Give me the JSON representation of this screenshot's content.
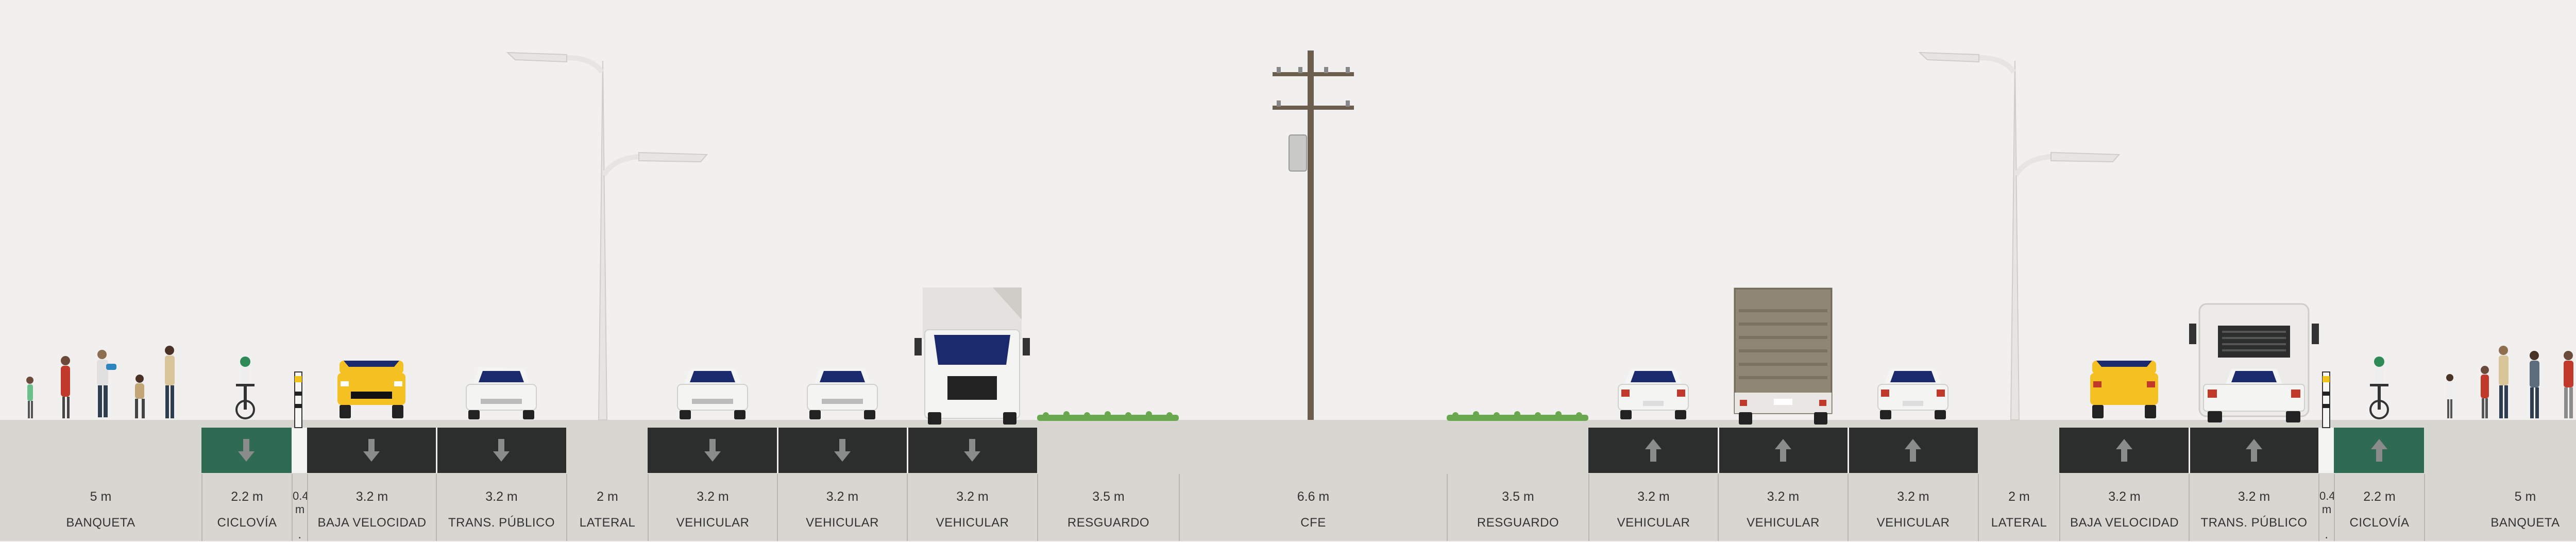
{
  "colors": {
    "background": "#f1f0ef",
    "sidewalk": "#d8d6d1",
    "asphalt": "#2b2e2d",
    "bike_lane": "#2f6a52",
    "lane_arrow": "#8a8c8b",
    "grass": "#6aa84f",
    "pole": "#6b5e4e",
    "lamp": "#e6e5e2",
    "car": "#f4f4f2",
    "taxi": "#f5c021"
  },
  "street": {
    "segments": [
      {
        "width": "5 m",
        "name": "BANQUETA"
      },
      {
        "width": "2.2 m",
        "name": "CICLOVÍA"
      },
      {
        "width": "0.4 m",
        "name": "."
      },
      {
        "width": "3.2 m",
        "name": "BAJA VELOCIDAD"
      },
      {
        "width": "3.2 m",
        "name": "TRANS. PÚBLICO"
      },
      {
        "width": "2 m",
        "name": "LATERAL"
      },
      {
        "width": "3.2 m",
        "name": "VEHICULAR"
      },
      {
        "width": "3.2 m",
        "name": "VEHICULAR"
      },
      {
        "width": "3.2 m",
        "name": "VEHICULAR"
      },
      {
        "width": "3.5 m",
        "name": "RESGUARDO"
      },
      {
        "width": "6.6 m",
        "name": "CFE"
      },
      {
        "width": "3.5 m",
        "name": "RESGUARDO"
      },
      {
        "width": "3.2 m",
        "name": "VEHICULAR"
      },
      {
        "width": "3.2 m",
        "name": "VEHICULAR"
      },
      {
        "width": "3.2 m",
        "name": "VEHICULAR"
      },
      {
        "width": "2 m",
        "name": "LATERAL"
      },
      {
        "width": "3.2 m",
        "name": "BAJA VELOCIDAD"
      },
      {
        "width": "3.2 m",
        "name": "TRANS. PÚBLICO"
      },
      {
        "width": "0.4 m",
        "name": "."
      },
      {
        "width": "2.2 m",
        "name": "CICLOVÍA"
      },
      {
        "width": "5 m",
        "name": "BANQUETA"
      }
    ]
  }
}
